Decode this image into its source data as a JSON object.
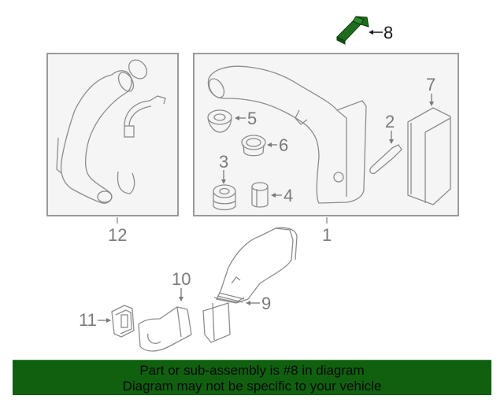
{
  "diagram": {
    "highlighted_part": "8",
    "highlight_color": "#1f6e1f",
    "box_border_color": "#9a9a9a",
    "box_fill_color": "#f5f5f5",
    "line_color": "#8c8c8c",
    "callouts": {
      "part_1": "1",
      "part_2": "2",
      "part_3": "3",
      "part_4": "4",
      "part_5": "5",
      "part_6": "6",
      "part_7": "7",
      "part_8": "8",
      "part_9": "9",
      "part_10": "10",
      "part_11": "11",
      "part_12": "12"
    }
  },
  "banner": {
    "line1": "Part or sub-assembly is #8 in diagram",
    "line2": "Diagram may not be specific to your vehicle",
    "background_color": "#106010"
  }
}
